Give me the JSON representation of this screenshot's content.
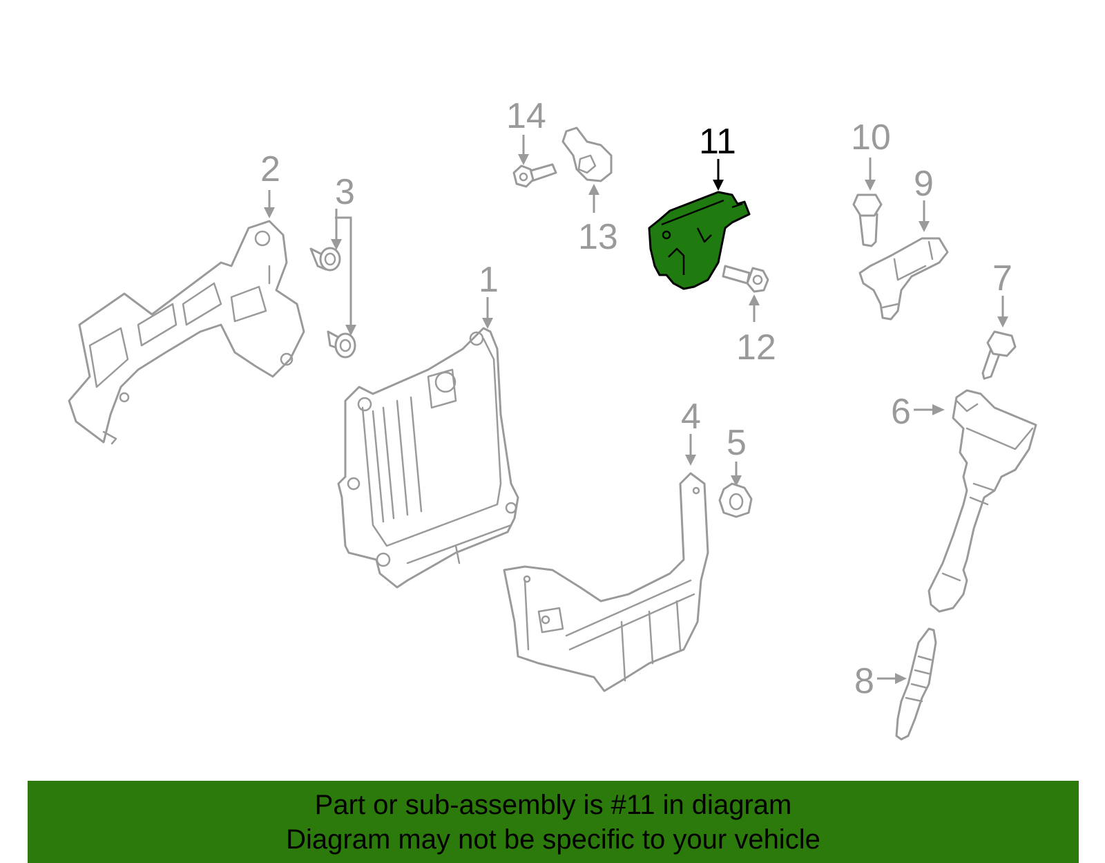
{
  "diagram": {
    "highlight_color": "#2b7a0b",
    "highlighted_part": "11",
    "callouts": [
      {
        "id": "1",
        "label": "1"
      },
      {
        "id": "2",
        "label": "2"
      },
      {
        "id": "3",
        "label": "3"
      },
      {
        "id": "4",
        "label": "4"
      },
      {
        "id": "5",
        "label": "5"
      },
      {
        "id": "6",
        "label": "6"
      },
      {
        "id": "7",
        "label": "7"
      },
      {
        "id": "8",
        "label": "8"
      },
      {
        "id": "9",
        "label": "9"
      },
      {
        "id": "10",
        "label": "10"
      },
      {
        "id": "11",
        "label": "11"
      },
      {
        "id": "12",
        "label": "12"
      },
      {
        "id": "13",
        "label": "13"
      },
      {
        "id": "14",
        "label": "14"
      }
    ]
  },
  "banner": {
    "line1": "Part or sub-assembly is #11 in diagram",
    "line2": "Diagram may not be specific to your vehicle"
  }
}
